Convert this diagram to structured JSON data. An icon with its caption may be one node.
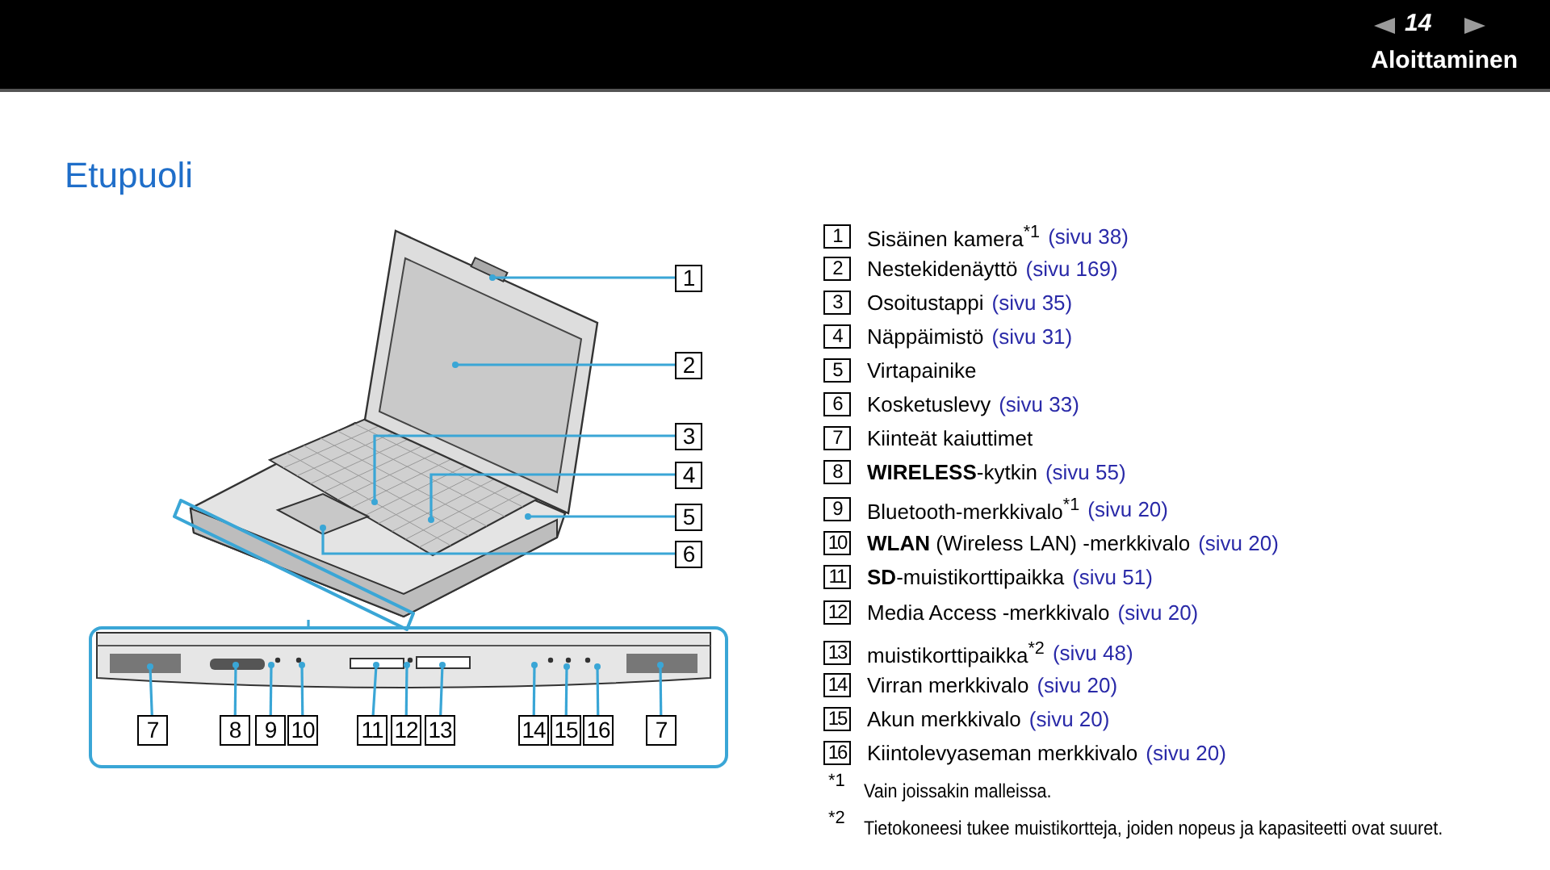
{
  "diagram": {
    "title": "Etupuoli",
    "nodes": [
      {
        "text": [
          "1"
        ]
      },
      {
        "text": [
          "2"
        ]
      },
      {
        "text": [
          "3"
        ]
      },
      {
        "text": [
          "4"
        ]
      },
      {
        "text": [
          "5"
        ]
      },
      {
        "text": [
          "6"
        ]
      },
      {
        "text": [],
        "shape": "box"
      },
      {
        "text": [
          "7"
        ],
        "in": 6
      },
      {
        "text": [
          "8"
        ],
        "in": 6
      },
      {
        "text": [
          "9"
        ],
        "in": 6
      },
      {
        "text": [
          "10"
        ],
        "in": 6
      },
      {
        "text": [
          "11"
        ],
        "in": 6
      },
      {
        "text": [
          "12"
        ],
        "in": 6
      },
      {
        "text": [
          "13"
        ],
        "in": 6
      },
      {
        "text": [
          "14"
        ],
        "in": 6
      },
      {
        "text": [
          "15"
        ],
        "in": 6
      },
      {
        "text": [
          "16"
        ],
        "in": 6
      },
      {
        "text": [
          "7"
        ],
        "in": 6
      },
      {
        "text": [
          "1"
        ],
        "beside": [
          "Sisäinen kamera$^{*1}$",
          "(sivu 38)"
        ]
      },
      {
        "text": [
          "2"
        ],
        "beside": [
          "Nestekidenäyttö",
          "(sivu 169)"
        ]
      },
      {
        "text": [
          "3"
        ],
        "beside": [
          "Osoitustappi",
          "(sivu 35)"
        ]
      },
      {
        "text": [
          "4"
        ],
        "beside": [
          "Näppäimistö",
          "(sivu 31)"
        ]
      },
      {
        "text": [
          "5"
        ],
        "beside": [
          "Virtapainike"
        ]
      },
      {
        "text": [
          "6"
        ],
        "beside": [
          "Kosketuslevy",
          "(sivu 33)"
        ]
      },
      {
        "text": [
          "7"
        ],
        "beside": [
          "Kiinteät kaiuttimet"
        ]
      },
      {
        "text": [
          "8"
        ],
        "beside": [
          "**WIRELESS**-kytkin",
          "(sivu 55)"
        ]
      },
      {
        "text": [
          "9"
        ],
        "beside": [
          "Bluetooth-merkkivalo$^{*1}$",
          "(sivu 20)"
        ]
      },
      {
        "text": [
          "10"
        ],
        "beside": [
          "**WLAN** (Wireless LAN) -merkkivalo",
          "(sivu 20)"
        ]
      },
      {
        "text": [
          "11"
        ],
        "beside": [
          "**SD**-muistikorttipaikka",
          "(sivu 51)"
        ]
      },
      {
        "text": [
          "12"
        ],
        "beside": [
          "Media Access -merkkivalo",
          "(sivu 20)"
        ]
      },
      {
        "text": [
          "13"
        ],
        "beside": [
          "muistikorttipaikka$^{*2}$",
          "(sivu 48)"
        ]
      },
      {
        "text": [
          "14"
        ],
        "beside": [
          "Virran merkkivalo",
          "(sivu 20)"
        ]
      },
      {
        "text": [
          "15"
        ],
        "beside": [
          "Akun merkkivalo",
          "(sivu 20)"
        ]
      },
      {
        "text": [
          "16"
        ],
        "beside": [
          "Kiintolevyaseman merkkivalo",
          "(sivu 20)"
        ]
      },
      {
        "text": [],
        "shape": "picture"
      },
      {
        "text": [],
        "shape": "picture",
        "in": 6
      }
    ],
    "edges": [
      {
        "from": 0,
        "to": 34,
        "arrow": "other"
      },
      {
        "from": 1,
        "to": 34,
        "arrow": "other"
      },
      {
        "from": 2,
        "to": 34,
        "arrow": "other"
      },
      {
        "from": 3,
        "to": 34,
        "arrow": "other"
      },
      {
        "from": 4,
        "to": 34,
        "arrow": "other"
      },
      {
        "from": 5,
        "to": 34,
        "arrow": "other"
      },
      {
        "from": 6,
        "to": 34,
        "arrow": "none"
      },
      {
        "from": 7,
        "to": 35,
        "arrow": "other"
      },
      {
        "from": 8,
        "to": 35,
        "arrow": "other"
      },
      {
        "from": 9,
        "to": 35,
        "arrow": "other"
      },
      {
        "from": 10,
        "to": 35,
        "arrow": "other"
      },
      {
        "from": 11,
        "to": 35,
        "arrow": "other"
      },
      {
        "from": 12,
        "to": 35,
        "arrow": "other"
      },
      {
        "from": 13,
        "to": 35,
        "arrow": "other"
      },
      {
        "from": 14,
        "to": 35,
        "arrow": "other"
      },
      {
        "from": 15,
        "to": 35,
        "arrow": "other"
      },
      {
        "from": 16,
        "to": 35,
        "arrow": "other"
      },
      {
        "from": 17,
        "to": 35,
        "arrow": "other"
      }
    ],
    "labels": [
      "14",
      "Aloittaminen",
      "*1",
      "Vain joissakin malleissa.",
      "*2",
      "Tietokoneesi tukee muistikortteja, joiden nopeus ja kapasiteetti ovat suuret."
    ]
  }
}
